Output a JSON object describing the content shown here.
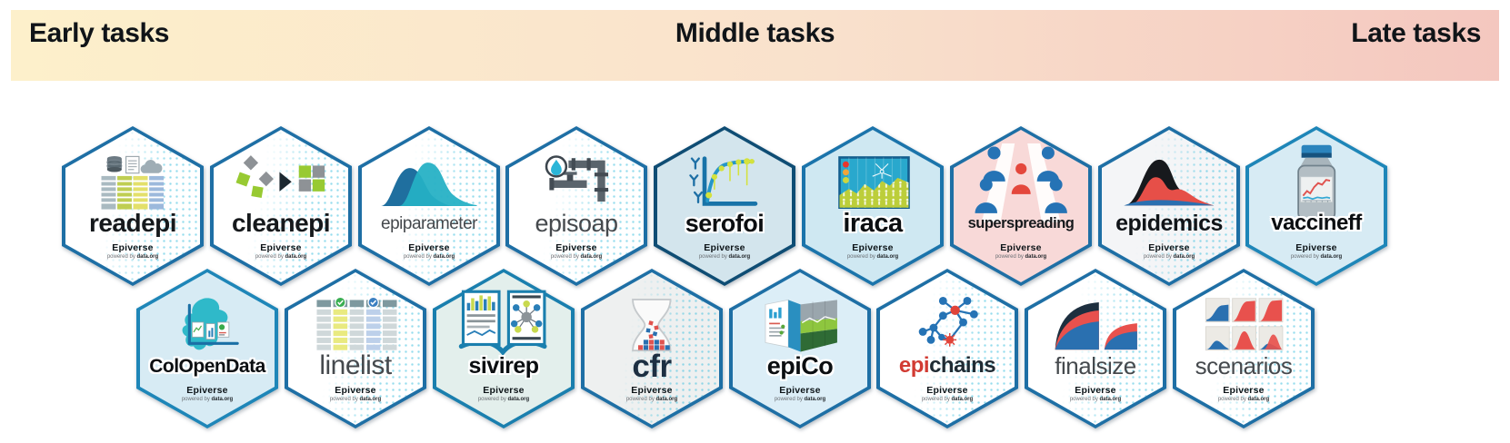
{
  "banner": {
    "early_label": "Early tasks",
    "middle_label": "Middle tasks",
    "late_label": "Late tasks",
    "gradient_start": "#fdf0cb",
    "gradient_mid": "#f9e1cc",
    "gradient_end": "#f4c7bf",
    "text_color": "#101418"
  },
  "sticker_footer": {
    "epiverse": "Epiverse",
    "powered_prefix": "powered by",
    "powered_brand": "data.org"
  },
  "rows": [
    {
      "stickers": [
        {
          "label": "readepi",
          "icon": "database-table-icon",
          "bg": "#ffffff",
          "dots": true,
          "style": "med",
          "size": 28,
          "border": "#1e6fa5"
        },
        {
          "label": "cleanepi",
          "icon": "tidy-squares-icon",
          "bg": "#ffffff",
          "dots": true,
          "style": "med",
          "size": 28,
          "border": "#1e6fa5"
        },
        {
          "label": "epiparameter",
          "icon": "distribution-curves-icon",
          "bg": "#ffffff",
          "dots": true,
          "style": "light",
          "size": 19,
          "border": "#1e6fa5"
        },
        {
          "label": "episoap",
          "icon": "pipes-faucet-icon",
          "bg": "#ffffff",
          "dots": true,
          "style": "light",
          "size": 27,
          "border": "#1e6fa5"
        },
        {
          "label": "serofoi",
          "icon": "seroprevalence-curve-icon",
          "bg": "#d3e5ed",
          "dots": false,
          "style": "xbold",
          "size": 27,
          "border": "#0f4d74"
        },
        {
          "label": "iraca",
          "icon": "mosquito-chart-icon",
          "bg": "#cfe8f2",
          "dots": false,
          "style": "xbold",
          "size": 29,
          "border": "#1b74ab"
        },
        {
          "label": "superspreading",
          "icon": "people-spread-icon",
          "bg": "#f8d9d8",
          "dots": false,
          "style": "med",
          "size": 16.5,
          "border": "#1e6fa5",
          "tall": true
        },
        {
          "label": "epidemics",
          "icon": "epidemic-curves-icon",
          "bg": "#f4f5f7",
          "dots": true,
          "style": "bold",
          "size": 25,
          "border": "#1e6fa5"
        },
        {
          "label": "vaccineff",
          "icon": "vaccine-vial-icon",
          "bg": "#d7ebf4",
          "dots": false,
          "style": "xbold",
          "size": 24,
          "border": "#1e86b8",
          "tall": true
        }
      ]
    },
    {
      "stickers": [
        {
          "label": "ColOpenData",
          "icon": "colombia-map-icon",
          "bg": "#d7ebf4",
          "dots": false,
          "style": "xbold",
          "size": 21,
          "border": "#1e86b8"
        },
        {
          "label": "linelist",
          "icon": "data-columns-icon",
          "bg": "#ffffff",
          "dots": true,
          "style": "light",
          "size": 30,
          "border": "#1e6fa5"
        },
        {
          "label": "sivirep",
          "icon": "open-book-report-icon",
          "bg": "#e3efec",
          "dots": false,
          "style": "xbold",
          "size": 25,
          "border": "#1a7fae",
          "tall": true
        },
        {
          "label": "cfr",
          "icon": "hourglass-icon",
          "bg": "#eef0f0",
          "dots": true,
          "style": "xbold2",
          "size": 35,
          "border": "#1e6fa5"
        },
        {
          "label": "epiCo",
          "icon": "panorama-report-icon",
          "bg": "#dceef7",
          "dots": false,
          "style": "xbold",
          "size": 27,
          "border": "#1e6fa5"
        },
        {
          "label": "epichains",
          "icon": "network-chains-icon",
          "bg": "#ffffff",
          "dots": true,
          "style": "med",
          "size": 24,
          "border": "#1e6fa5",
          "label_parts": [
            {
              "text": "epi",
              "color": "#d23b33"
            },
            {
              "text": "chains",
              "color": "#202b33"
            }
          ]
        },
        {
          "label": "finalsize",
          "icon": "stacked-growth-icon",
          "bg": "#ffffff",
          "dots": true,
          "style": "light",
          "size": 26,
          "border": "#1e6fa5"
        },
        {
          "label": "scenarios",
          "icon": "scenario-panels-icon",
          "bg": "#ffffff",
          "dots": true,
          "style": "light",
          "size": 26,
          "border": "#1e6fa5"
        }
      ]
    }
  ]
}
